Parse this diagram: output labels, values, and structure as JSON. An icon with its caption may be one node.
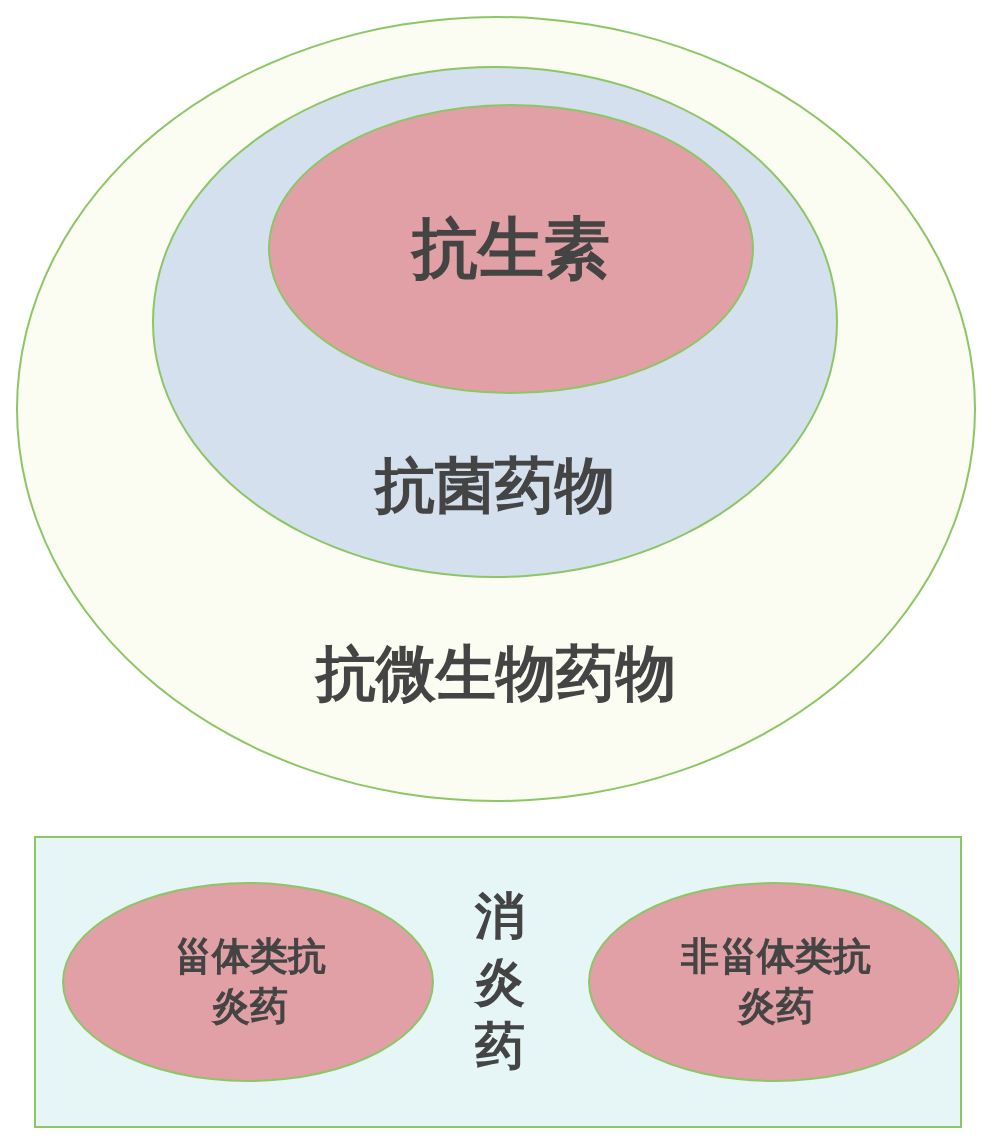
{
  "diagram": {
    "nodes": [
      {
        "text": [
          "抗微生物药物"
        ]
      },
      {
        "text": [
          "抗菌药物"
        ],
        "in": 0
      },
      {
        "text": [
          "抗生素"
        ],
        "in": 1
      },
      {
        "text": [
          "消炎药"
        ]
      },
      {
        "text": [
          "甾体类抗炎药"
        ],
        "in": 3
      },
      {
        "text": [
          "非甾体类抗炎药"
        ],
        "in": 3
      }
    ]
  }
}
